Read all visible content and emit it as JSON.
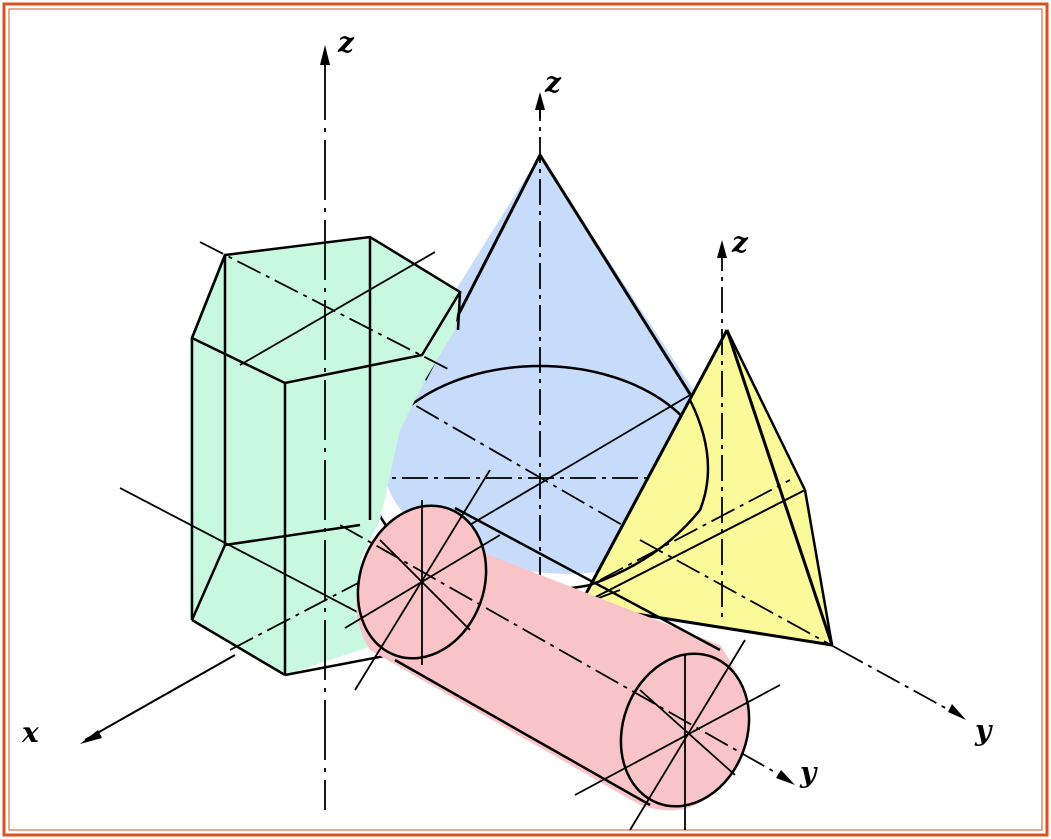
{
  "axis_labels": {
    "z_left": "z",
    "z_cone": "z",
    "z_pyramid": "z",
    "x": "x",
    "y_cylinder": "y",
    "y_pyramid": "y"
  },
  "colors": {
    "border": "#d9531e",
    "prism_fill": "#c8f8e0",
    "cone_fill": "#c6dcfa",
    "pyramid_fill": "#fafa9a",
    "cylinder_fill": "#f9c4c7",
    "line": "#000000"
  }
}
